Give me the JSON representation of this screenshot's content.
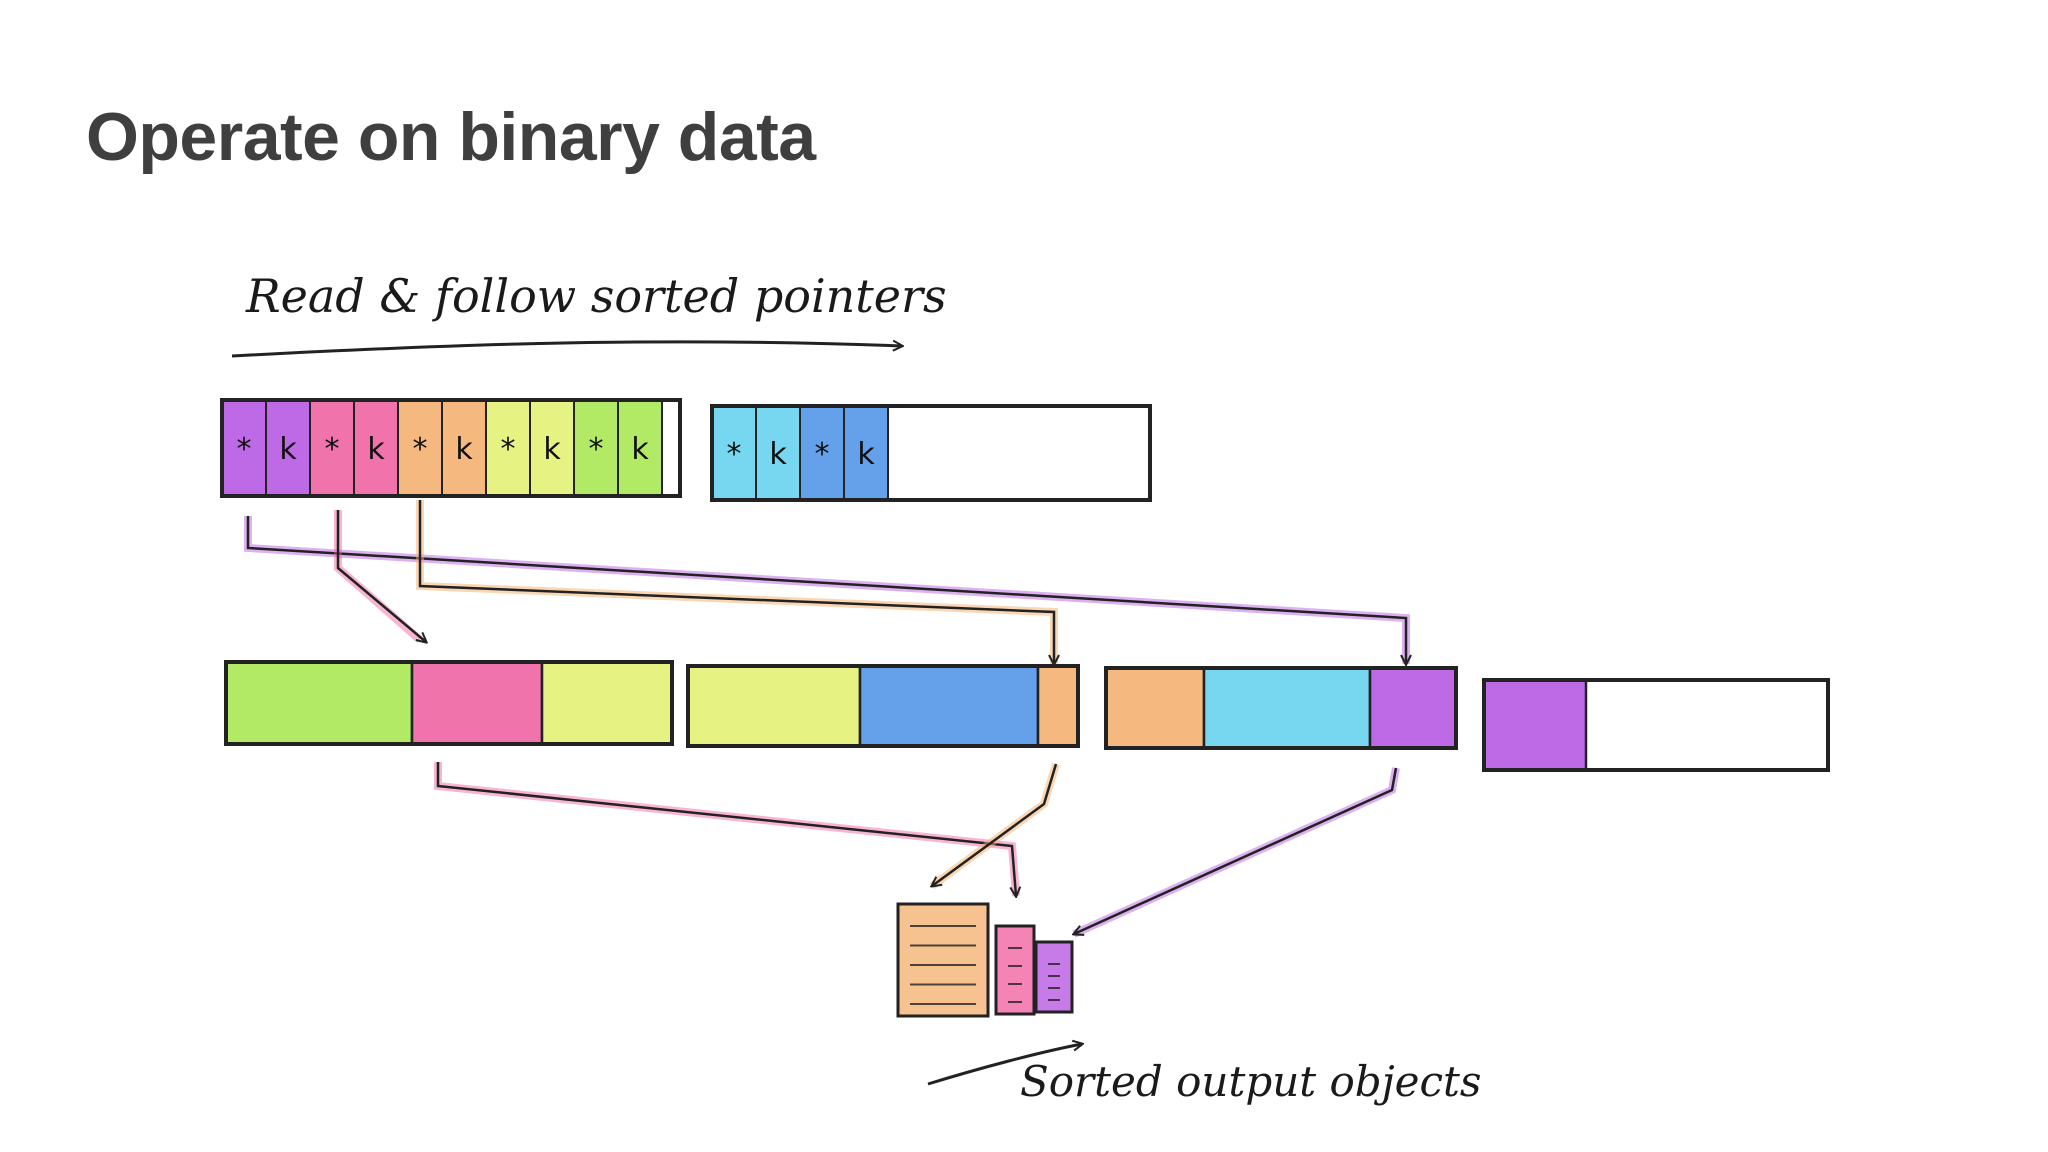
{
  "slide": {
    "title": "Operate on binary data"
  },
  "diagram": {
    "top_caption": "Read & follow sorted pointers",
    "bottom_caption": "Sorted output objects",
    "colors": {
      "purple": "#b34fe0",
      "pink": "#ef5b9c",
      "orange": "#f3ad6a",
      "yellow": "#e2f06c",
      "green": "#a5e64a",
      "cyan": "#5fd0ef",
      "blue": "#4a8fe6",
      "ink": "#222222"
    },
    "pointer_buffer_1": [
      {
        "color": "purple",
        "glyphs": [
          "*",
          "k"
        ]
      },
      {
        "color": "pink",
        "glyphs": [
          "*",
          "k"
        ]
      },
      {
        "color": "orange",
        "glyphs": [
          "*",
          "k"
        ]
      },
      {
        "color": "yellow",
        "glyphs": [
          "*",
          "k"
        ]
      },
      {
        "color": "green",
        "glyphs": [
          "*",
          "k"
        ]
      }
    ],
    "pointer_buffer_2": [
      {
        "color": "cyan",
        "glyphs": [
          "*",
          "k"
        ]
      },
      {
        "color": "blue",
        "glyphs": [
          "*",
          "k"
        ]
      }
    ],
    "data_pages": [
      [
        "green",
        "pink",
        "yellow"
      ],
      [
        "yellow",
        "blue",
        "orange"
      ],
      [
        "orange",
        "cyan",
        "purple"
      ],
      [
        "purple"
      ]
    ],
    "output_objects": [
      "orange",
      "pink",
      "purple"
    ]
  }
}
